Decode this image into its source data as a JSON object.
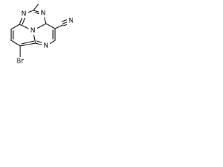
{
  "structure": {
    "atoms": [
      {
        "id": "N_top",
        "label": "N"
      },
      {
        "id": "N_left",
        "label": "N"
      },
      {
        "id": "N_center",
        "label": "N"
      },
      {
        "id": "N_bottom",
        "label": "N"
      },
      {
        "id": "N_nitrile",
        "label": "N"
      },
      {
        "id": "Br",
        "label": "Br"
      }
    ]
  }
}
